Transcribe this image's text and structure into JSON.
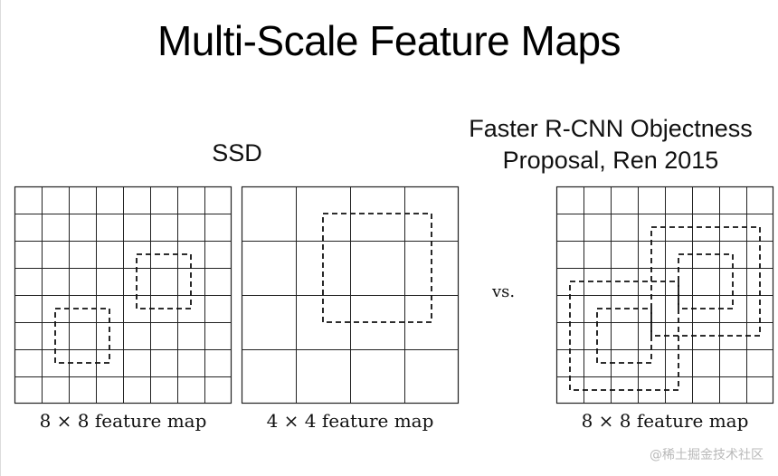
{
  "title": "Multi-Scale Feature Maps",
  "ssd_label": "SSD",
  "faster_label_line1": "Faster R-CNN Objectness",
  "faster_label_line2": "Proposal, Ren 2015",
  "vs_label": "vs.",
  "captions": {
    "grid1": "8 × 8 feature map",
    "grid2": "4 × 4 feature map",
    "grid3": "8 × 8 feature map"
  },
  "watermark": "@稀土掘金技术社区",
  "grids": {
    "grid1": {
      "cells": 8,
      "boxes": [
        {
          "col": 1.5,
          "row": 4.5,
          "w": 2,
          "h": 2
        },
        {
          "col": 4.5,
          "row": 2.5,
          "w": 2,
          "h": 2
        }
      ]
    },
    "grid2": {
      "cells": 4,
      "boxes": [
        {
          "col": 1.5,
          "row": 0.5,
          "w": 2,
          "h": 2
        }
      ]
    },
    "grid3": {
      "cells": 8,
      "boxes": [
        {
          "col": 0.5,
          "row": 3.5,
          "w": 4,
          "h": 4
        },
        {
          "col": 1.5,
          "row": 4.5,
          "w": 2,
          "h": 2
        },
        {
          "col": 3.5,
          "row": 1.5,
          "w": 4,
          "h": 4
        },
        {
          "col": 4.5,
          "row": 2.5,
          "w": 2,
          "h": 2
        }
      ]
    }
  }
}
